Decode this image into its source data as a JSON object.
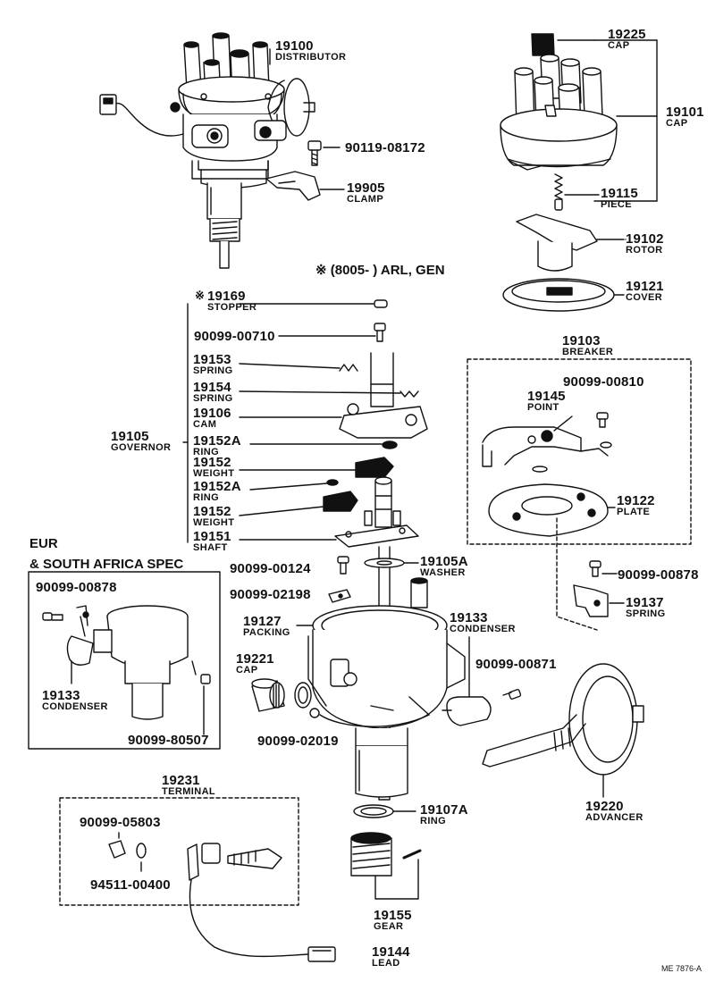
{
  "parts": {
    "p19100": {
      "num": "19100",
      "name": "DISTRIBUTOR"
    },
    "p90119_08172": {
      "num": "90119-08172"
    },
    "p19905": {
      "num": "19905",
      "name": "CLAMP"
    },
    "p19225": {
      "num": "19225",
      "name": "CAP"
    },
    "p19101": {
      "num": "19101",
      "name": "CAP"
    },
    "p19115": {
      "num": "19115",
      "name": "PIECE"
    },
    "p19102": {
      "num": "19102",
      "name": "ROTOR"
    },
    "p19121": {
      "num": "19121",
      "name": "COVER"
    },
    "p19169": {
      "num": "19169",
      "name": "STOPPER"
    },
    "p90099_00710": {
      "num": "90099-00710"
    },
    "p19153": {
      "num": "19153",
      "name": "SPRING"
    },
    "p19154": {
      "num": "19154",
      "name": "SPRING"
    },
    "p19106": {
      "num": "19106",
      "name": "CAM"
    },
    "p19105": {
      "num": "19105",
      "name": "GOVERNOR"
    },
    "p19152A_1": {
      "num": "19152A",
      "name": "RING"
    },
    "p19152_1": {
      "num": "19152",
      "name": "WEIGHT"
    },
    "p19152A_2": {
      "num": "19152A",
      "name": "RING"
    },
    "p19152_2": {
      "num": "19152",
      "name": "WEIGHT"
    },
    "p19151": {
      "num": "19151",
      "name": "SHAFT"
    },
    "p19103": {
      "num": "19103",
      "name": "BREAKER"
    },
    "p90099_00810": {
      "num": "90099-00810"
    },
    "p19145": {
      "num": "19145",
      "name": "POINT"
    },
    "p19122": {
      "num": "19122",
      "name": "PLATE"
    },
    "p90099_00878_r": {
      "num": "90099-00878"
    },
    "p19137": {
      "num": "19137",
      "name": "SPRING"
    },
    "p90099_00124": {
      "num": "90099-00124"
    },
    "p19105A": {
      "num": "19105A",
      "name": "WASHER"
    },
    "p90099_02198": {
      "num": "90099-02198"
    },
    "p19127": {
      "num": "19127",
      "name": "PACKING"
    },
    "p19133_r": {
      "num": "19133",
      "name": "CONDENSER"
    },
    "p19221": {
      "num": "19221",
      "name": "CAP"
    },
    "p90099_00871": {
      "num": "90099-00871"
    },
    "p90099_02019": {
      "num": "90099-02019"
    },
    "p19220": {
      "num": "19220",
      "name": "ADVANCER"
    },
    "p19231": {
      "num": "19231",
      "name": "TERMINAL"
    },
    "p90099_05803": {
      "num": "90099-05803"
    },
    "p94511_00400": {
      "num": "94511-00400"
    },
    "p19107A": {
      "num": "19107A",
      "name": "RING"
    },
    "p19155": {
      "num": "19155",
      "name": "GEAR"
    },
    "p19144": {
      "num": "19144",
      "name": "LEAD"
    },
    "p90099_00878_l": {
      "num": "90099-00878"
    },
    "p19133_l": {
      "num": "19133",
      "name": "CONDENSER"
    },
    "p90099_80507": {
      "num": "90099-80507"
    }
  },
  "notes": {
    "arl_note": "※ (8005-        ) ARL, GEN",
    "stopper_mark": "※",
    "eur_spec_line1": "EUR",
    "eur_spec_line2": "& SOUTH AFRICA SPEC",
    "figure_code": "ME 7876-A"
  }
}
